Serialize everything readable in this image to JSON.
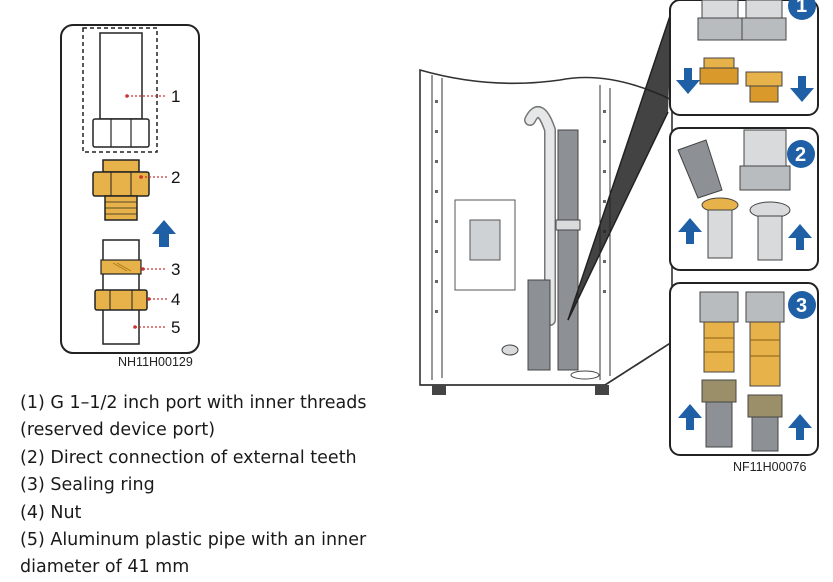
{
  "left_figure": {
    "callouts": [
      "1",
      "2",
      "3",
      "4",
      "5"
    ],
    "code": "NH11H00129"
  },
  "right_figure": {
    "steps": [
      "1",
      "2",
      "3"
    ],
    "code": "NF11H00076"
  },
  "legend": [
    "(1) G 1–1/2 inch port with inner threads",
    "(reserved device port)",
    "(2) Direct connection of external teeth",
    "(3) Sealing ring",
    "(4) Nut",
    "(5) Aluminum plastic pipe with an inner",
    "diameter of 41 mm"
  ],
  "colors": {
    "brass": "#e8b24a",
    "brass_dark": "#b07a1e",
    "arrow_blue": "#1f5fa6",
    "pipe_grey": "#8d9196",
    "metal_light": "#d9dadb"
  }
}
